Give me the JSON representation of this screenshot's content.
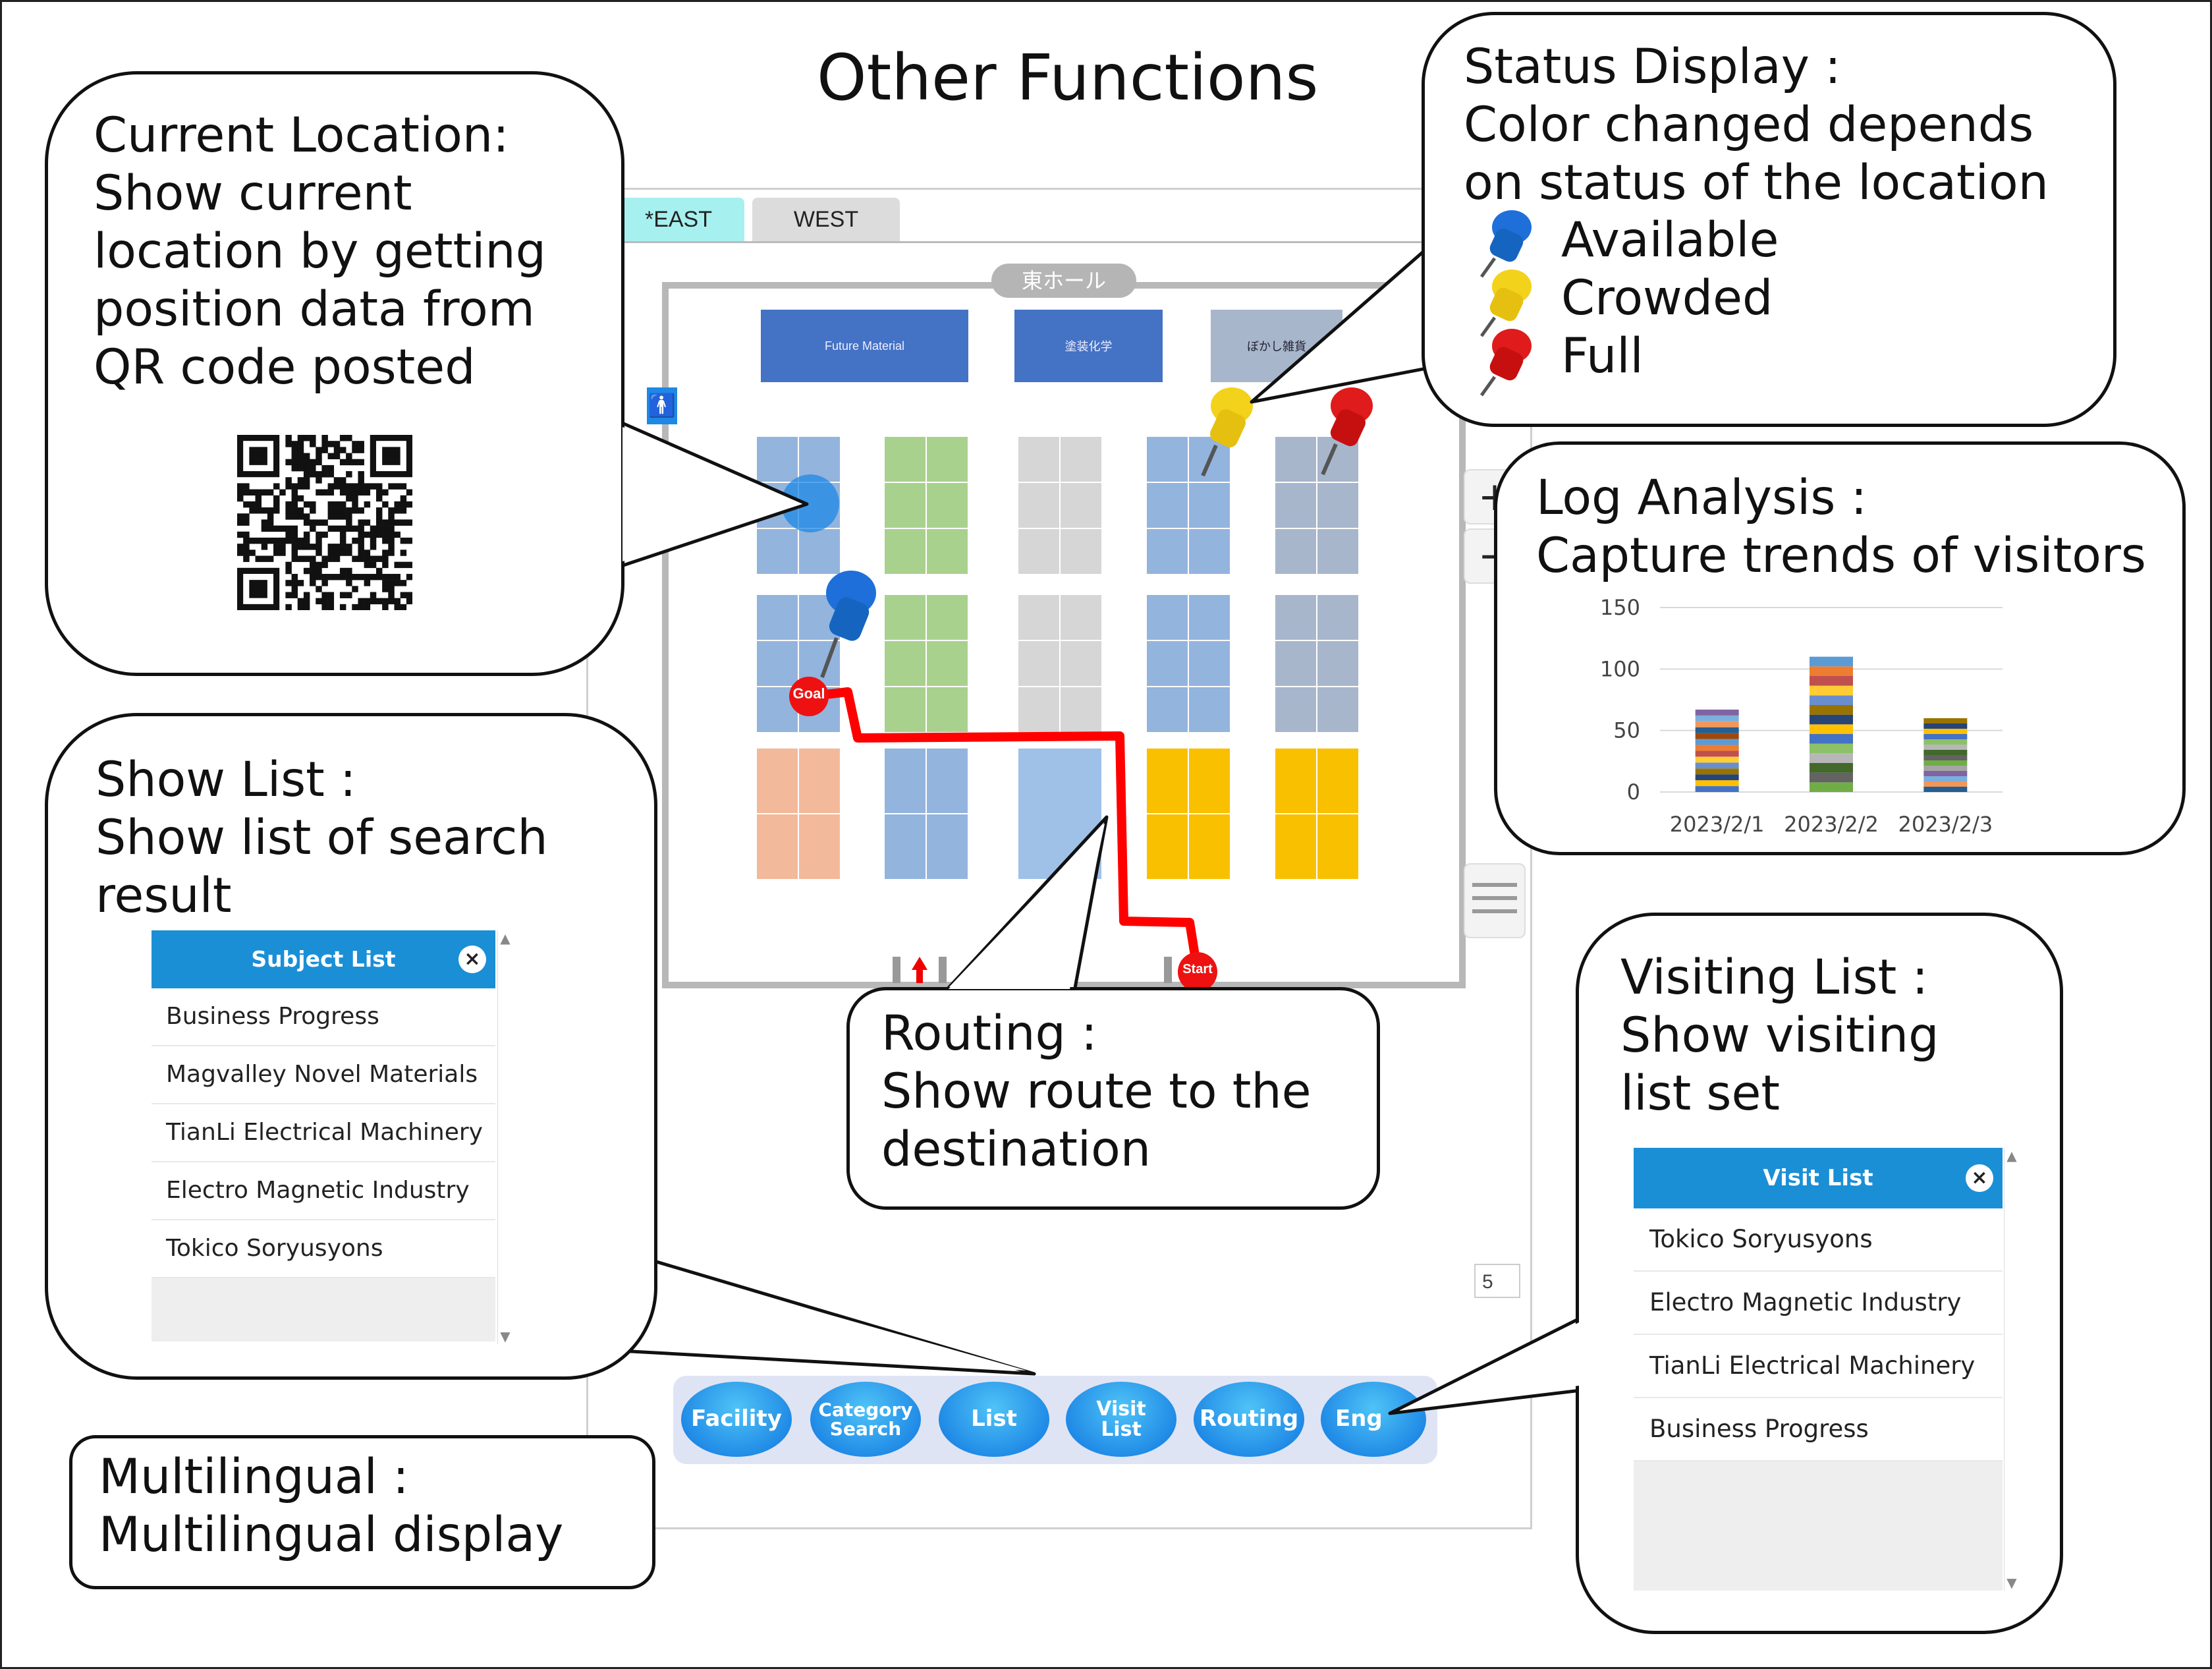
{
  "title": "Other Functions",
  "app": {
    "tabs": [
      {
        "label": "*EAST"
      },
      {
        "label": "WEST"
      }
    ],
    "hall_label": "東ホール",
    "big_booths": [
      "Future Material",
      "塗装化学",
      "ぼかし雑貨"
    ],
    "goal_label": "Goal",
    "start_label": "Start",
    "page_number": "5",
    "zoom_in": "+",
    "zoom_out": "−",
    "buttons": [
      {
        "label": "Facility"
      },
      {
        "label": "Category\nSearch"
      },
      {
        "label": "List"
      },
      {
        "label": "Visit\nList"
      },
      {
        "label": "Routing"
      },
      {
        "label": "Eng"
      }
    ]
  },
  "callouts": {
    "current_location": {
      "lines": [
        "Current Location:",
        "Show current",
        "location by getting",
        "position data from",
        "QR code posted"
      ]
    },
    "status_display": {
      "lines": [
        "Status Display :",
        "Color changed depends",
        "on status of the location"
      ],
      "legend": [
        {
          "label": "Available",
          "color": "#1e6fd9"
        },
        {
          "label": "Crowded",
          "color": "#f2d21b"
        },
        {
          "label": "Full",
          "color": "#e01b1b"
        }
      ]
    },
    "log_analysis": {
      "lines": [
        "Log Analysis :",
        "Capture trends of visitors"
      ]
    },
    "show_list": {
      "lines": [
        "Show List :",
        "Show list of search",
        "result"
      ]
    },
    "routing": {
      "lines": [
        "Routing :",
        "Show route to the",
        "destination"
      ]
    },
    "visiting_list": {
      "lines": [
        "Visiting List :",
        "Show visiting",
        "list set"
      ]
    },
    "multilingual": {
      "lines": [
        "Multilingual :",
        "Multilingual display"
      ]
    }
  },
  "subject_list": {
    "title": "Subject List",
    "items": [
      "Business Progress",
      "Magvalley Novel Materials",
      "TianLi Electrical Machinery",
      "Electro Magnetic Industry",
      "Tokico Soryusyons"
    ]
  },
  "visit_list": {
    "title": "Visit List",
    "items": [
      "Tokico Soryusyons",
      "Electro Magnetic Industry",
      "TianLi Electrical Machinery",
      "Business Progress"
    ]
  },
  "chart_data": {
    "type": "bar",
    "stacked": true,
    "categories": [
      "2023/2/1",
      "2023/2/2",
      "2023/2/3"
    ],
    "values": [
      67,
      110,
      60
    ],
    "ylim": [
      0,
      150
    ],
    "yticks": [
      0,
      50,
      100,
      150
    ],
    "grid": true
  }
}
